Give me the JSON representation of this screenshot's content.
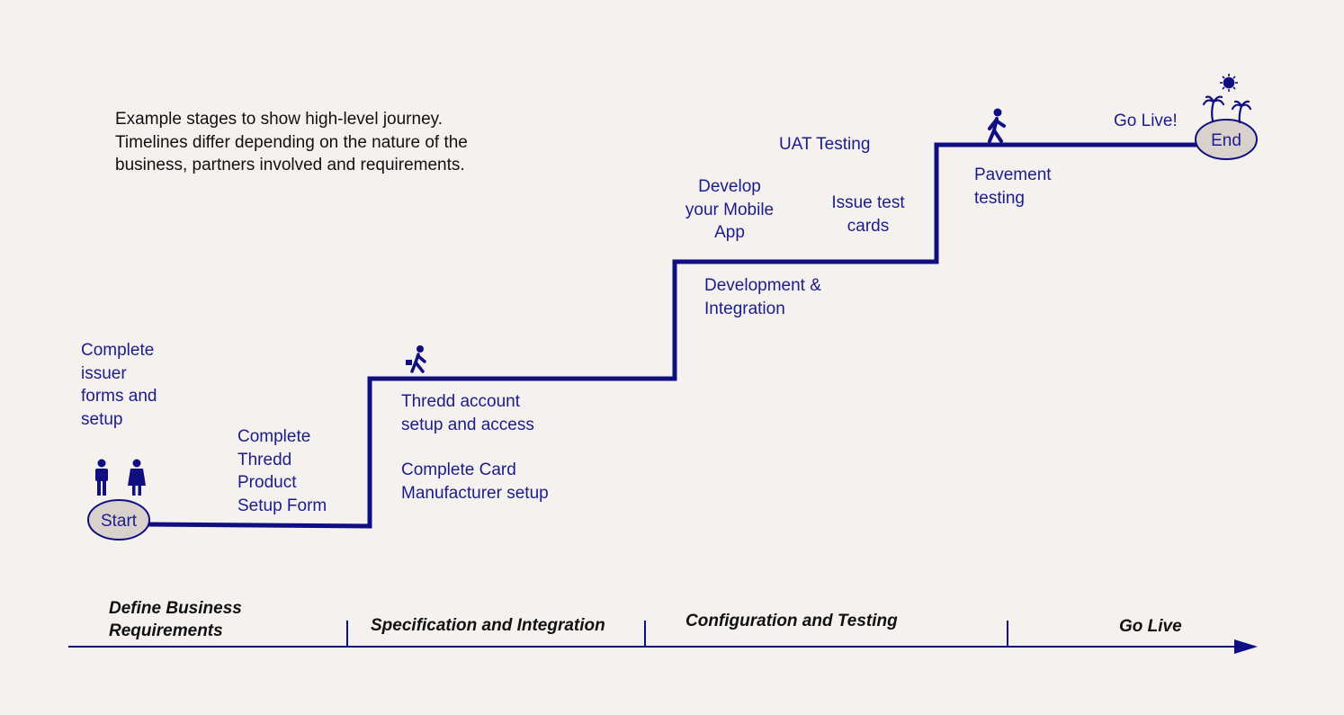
{
  "note": "Example stages to show high-level journey.\nTimelines differ depending on the nature of the\nbusiness, partners involved and requirements.",
  "nodes": {
    "start": "Start",
    "end": "End"
  },
  "steps": {
    "complete_issuer": "Complete\nissuer\nforms and\nsetup",
    "complete_thredd": "Complete\nThredd\nProduct\nSetup Form",
    "thredd_account": "Thredd account\nsetup and access",
    "card_manufacturer": "Complete Card\nManufacturer setup",
    "develop_app": "Develop\nyour Mobile\nApp",
    "development_integration": "Development &\nIntegration",
    "uat_testing": "UAT Testing",
    "issue_test_cards": "Issue test\ncards",
    "pavement_testing": "Pavement\ntesting",
    "go_live_step": "Go Live!"
  },
  "phases": [
    "Define Business\nRequirements",
    "Specification and Integration",
    "Configuration and Testing",
    "Go Live"
  ],
  "colors": {
    "line": "#0f0f82",
    "node_fill": "#d9d2cc",
    "text": "#1c1c8c",
    "background": "#f4f1ef"
  },
  "icons": [
    "people-icon",
    "walking-person-icon",
    "walking-person-icon",
    "sun-icon",
    "palm-tree-icon"
  ]
}
